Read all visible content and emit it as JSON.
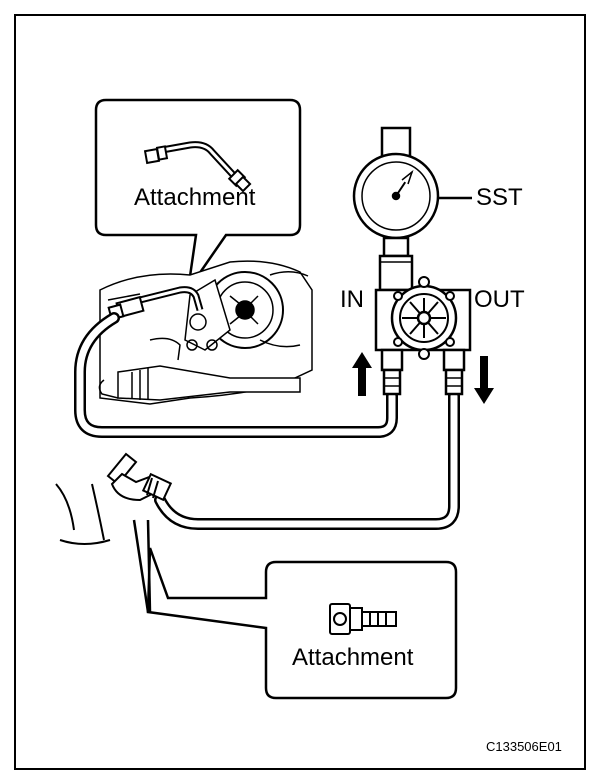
{
  "labels": {
    "attachment_top": "Attachment",
    "attachment_bottom": "Attachment",
    "sst": "SST",
    "in": "IN",
    "out": "OUT",
    "figure_code": "C133506E01"
  },
  "colors": {
    "ink": "#000000",
    "paper": "#ffffff"
  },
  "icons": [
    "pressure-gauge-icon",
    "arrow-up-icon",
    "arrow-down-icon",
    "hose-fitting-icon",
    "union-nut-icon"
  ]
}
